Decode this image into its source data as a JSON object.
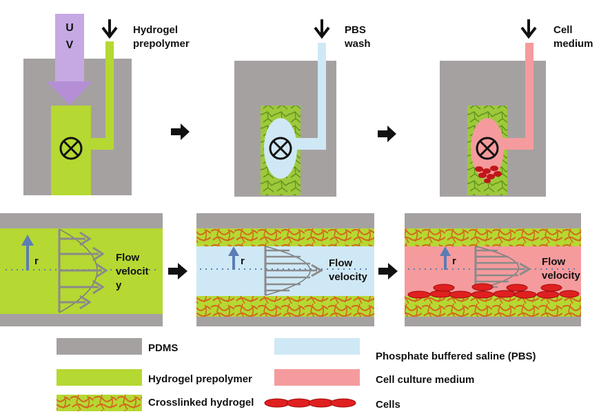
{
  "colors": {
    "pdms": "#a5a1a1",
    "prepolymer": "#b5d832",
    "pbs": "#cfe8f5",
    "medium": "#f59b9d",
    "cell": "#e02020",
    "fiber": "#d2691e",
    "arrow_gray": "#8a8a8a",
    "uv": "#b58fd6",
    "r_arrow": "#5b7db5"
  },
  "stage1": {
    "uv_letter_1": "U",
    "uv_letter_2": "V",
    "label_line1": "Hydrogel",
    "label_line2": "prepolymer"
  },
  "stage2": {
    "label_line1": "PBS",
    "label_line2": "wash"
  },
  "stage3": {
    "label_line1": "Cell",
    "label_line2": "medium"
  },
  "channels": [
    {
      "r_label": "r",
      "flow_line1": "Flow",
      "flow_line2": "velocit",
      "flow_line3": "y"
    },
    {
      "r_label": "r",
      "flow_line1": "Flow",
      "flow_line2": "velocity"
    },
    {
      "r_label": "r",
      "flow_line1": "Flow",
      "flow_line2": "velocity"
    }
  ],
  "legend": {
    "pdms": "PDMS",
    "prepolymer": "Hydrogel prepolymer",
    "crosslinked": "Crosslinked hydrogel",
    "pbs": "Phosphate buffered saline (PBS)",
    "medium": "Cell culture medium",
    "cells": "Cells"
  }
}
